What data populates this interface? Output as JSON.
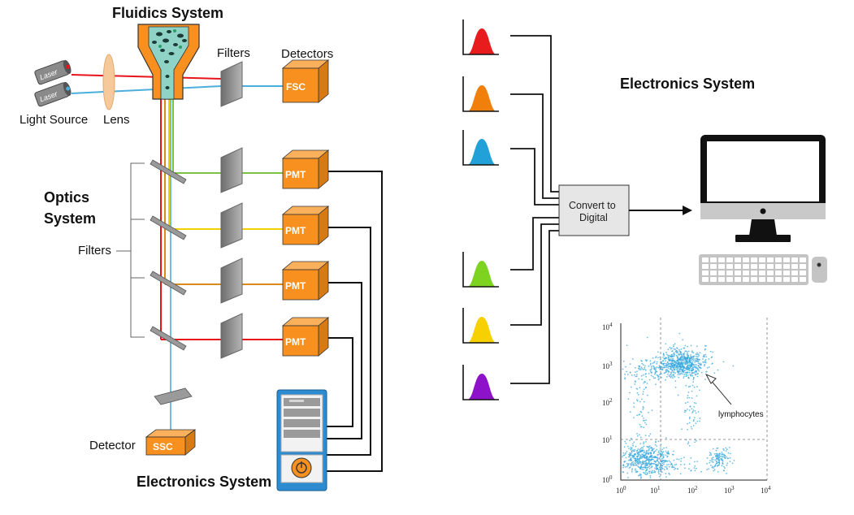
{
  "titles": {
    "fluidics": "Fluidics System",
    "optics_line1": "Optics",
    "optics_line2": "System",
    "electronics_bottom": "Electronics System",
    "electronics_right": "Electronics System"
  },
  "labels": {
    "filters_top": "Filters",
    "detectors": "Detectors",
    "light_source": "Light Source",
    "lens": "Lens",
    "filters_side": "Filters",
    "detector": "Detector",
    "laser": "Laser",
    "fsc": "FSC",
    "ssc": "SSC",
    "pmt": "PMT",
    "convert_line1": "Convert to",
    "convert_line2": "Digital"
  },
  "colors": {
    "orange": "#F7901E",
    "red": "#E8141C",
    "blue": "#4BAEDC",
    "green": "#7DC242",
    "yellow": "#F2D100",
    "amber": "#D98A1A",
    "peak_red": "#E81C1C",
    "peak_orange": "#F07F0B",
    "peak_blue": "#22A1D8",
    "peak_green": "#7ED321",
    "peak_yellow": "#F7D000",
    "peak_purple": "#8E12C9",
    "tower_blue": "#2D8BD0"
  },
  "scatter": {
    "x_ticks": [
      "10",
      "10",
      "10",
      "10",
      "10"
    ],
    "x_exp": [
      "0",
      "1",
      "2",
      "3",
      "4"
    ],
    "y_ticks": [
      "10",
      "10",
      "10",
      "10",
      "10"
    ],
    "y_exp": [
      "0",
      "1",
      "2",
      "3",
      "4"
    ],
    "annotation": "lymphocytes"
  }
}
